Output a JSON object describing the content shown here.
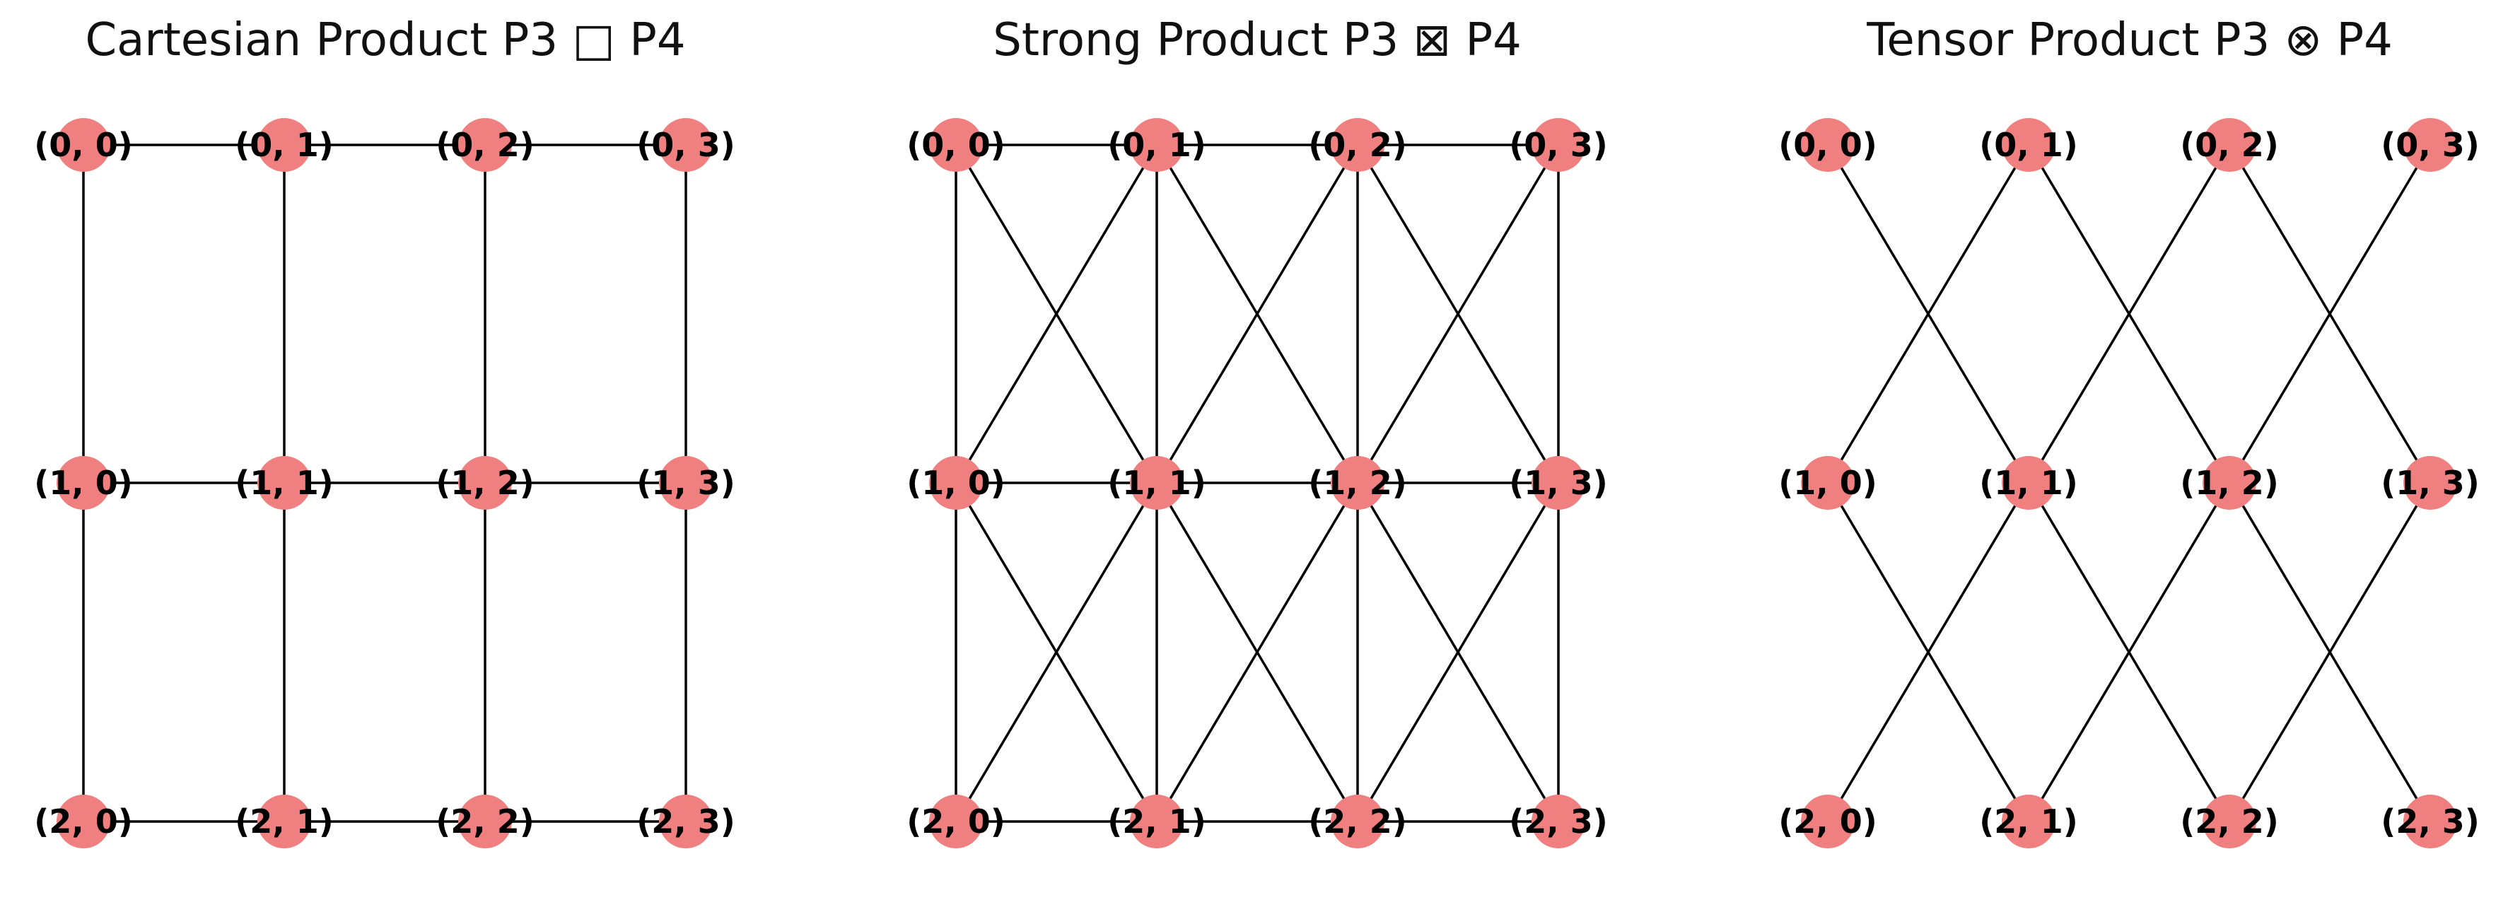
{
  "figure": {
    "node_color": "#F08080",
    "edge_color": "#000000",
    "background": "#FFFFFF"
  },
  "panels": [
    {
      "id": "cartesian",
      "title": "Cartesian Product P3 □ P4",
      "rows": 3,
      "cols": 4,
      "edge_rule": "cartesian"
    },
    {
      "id": "strong",
      "title": "Strong Product P3 ⊠ P4",
      "rows": 3,
      "cols": 4,
      "edge_rule": "strong"
    },
    {
      "id": "tensor",
      "title": "Tensor Product P3 ⊗ P4",
      "rows": 3,
      "cols": 4,
      "edge_rule": "tensor"
    }
  ]
}
